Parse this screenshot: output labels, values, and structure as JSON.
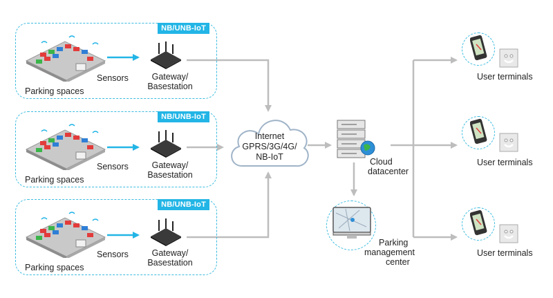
{
  "groups": [
    {
      "badge": "NB/UNB-IoT",
      "sensors": "Sensors",
      "gateway": "Gateway/\nBasestation",
      "parking": "Parking spaces"
    },
    {
      "badge": "NB/UNB-IoT",
      "sensors": "Sensors",
      "gateway": "Gateway/\nBasestation",
      "parking": "Parking spaces"
    },
    {
      "badge": "NB/UNB-IoT",
      "sensors": "Sensors",
      "gateway": "Gateway/\nBasestation",
      "parking": "Parking spaces"
    }
  ],
  "cloud": {
    "line1": "Internet",
    "line2": "GPRS/3G/4G/",
    "line3": "NB-IoT"
  },
  "datacenter": {
    "line1": "Cloud",
    "line2": "datacenter"
  },
  "management": {
    "line1": "Parking",
    "line2": "management",
    "line3": "center"
  },
  "terminals": [
    {
      "label": "User terminals"
    },
    {
      "label": "User terminals"
    },
    {
      "label": "User terminals"
    }
  ],
  "colors": {
    "accent": "#22b5e6",
    "dashed_border": "#3bbbe0",
    "arrow_gray": "#bdbdbd"
  }
}
